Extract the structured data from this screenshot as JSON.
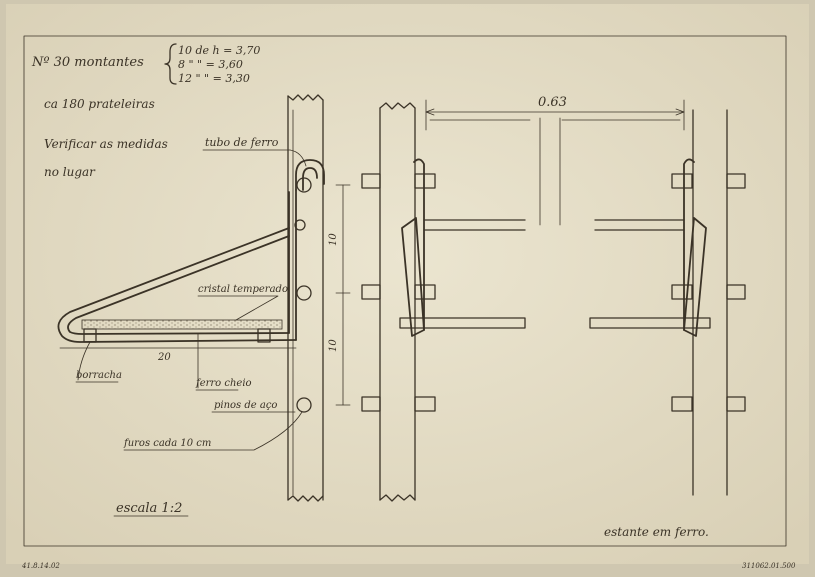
{
  "notes": {
    "line1_head": "Nº 30 montantes",
    "line1_a": "10 de h = 3,70",
    "line1_b": "8 \" \" = 3,60",
    "line1_c": "12 \" \" = 3,30",
    "line2": "ca 180 prateleiras",
    "line3a": "Verificar as medidas",
    "line3b": "no lugar",
    "tube_label": "tubo de ferro"
  },
  "labels": {
    "glass": "cristal temperado",
    "rubber": "borracha",
    "solid_iron": "ferro cheio",
    "steel_pins": "pinos de aço",
    "holes": "furos cada 10 cm",
    "dim_20": "20",
    "dim_10a": "10",
    "dim_10b": "10",
    "dim_063": "0.63",
    "scale": "escala 1:2",
    "caption": "estante em ferro.",
    "corner_left": "41.8.14.02",
    "corner_right": "311062.01.500"
  },
  "colors": {
    "paper": "#e6dfc9",
    "ink": "#3b3327",
    "border": "#cfc7b0"
  }
}
